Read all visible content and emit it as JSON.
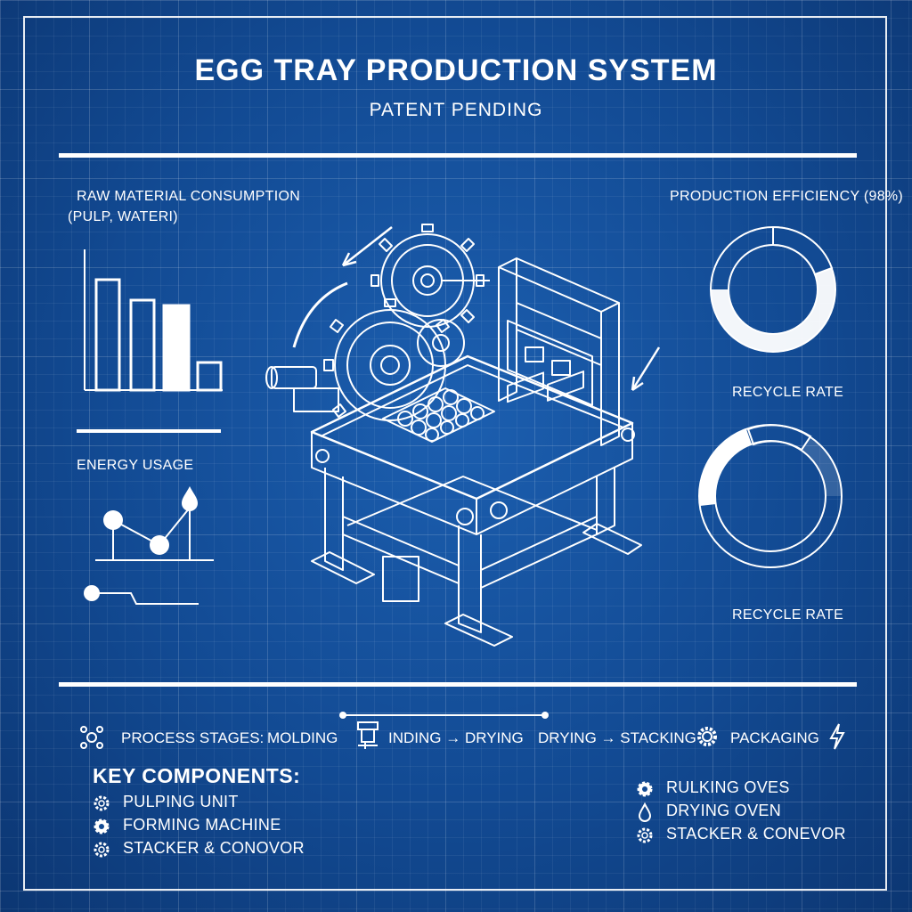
{
  "header": {
    "title": "EGG TRAY PRODUCTION SYSTEM",
    "subtitle": "PATENT PENDING"
  },
  "left_panel": {
    "raw_material_title": "RAW MATERIAL CONSUMPTION",
    "raw_material_sub": "(PULP, WATERI)",
    "energy_title": "ENERGY USAGE"
  },
  "right_panel": {
    "efficiency_title": "PRODUCTION EFFICIENCY (98%)",
    "recycle_label_1": "RECYCLE RATE",
    "recycle_label_2": "RECYCLE RATE"
  },
  "process": {
    "label": "PROCESS STAGES:",
    "stage_1": "MOLDING",
    "stage_2": "INDING → DRYING",
    "stage_3": "DRYING → STACKING",
    "stage_4": "PACKAGING"
  },
  "key_components": {
    "title": "KEY COMPONENTS:",
    "left_items": [
      "PULPING UNIT",
      "FORMING MACHINE",
      "STACKER & CONOVOR"
    ],
    "right_items": [
      "RULKING OVES",
      "DRYING OVEN",
      "STACKER & CONEVOR"
    ]
  },
  "icons": {
    "process": "nodes-icon",
    "molding": "machine-icon",
    "packaging_gear": "gear-icon",
    "power": "lightning-icon",
    "left_items": [
      "gear-icon",
      "gear-icon",
      "gear-icon"
    ],
    "right_items": [
      "gear-icon",
      "droplet-icon",
      "gear-icon"
    ]
  },
  "colors": {
    "background": "#124a93",
    "line": "#ffffff"
  }
}
